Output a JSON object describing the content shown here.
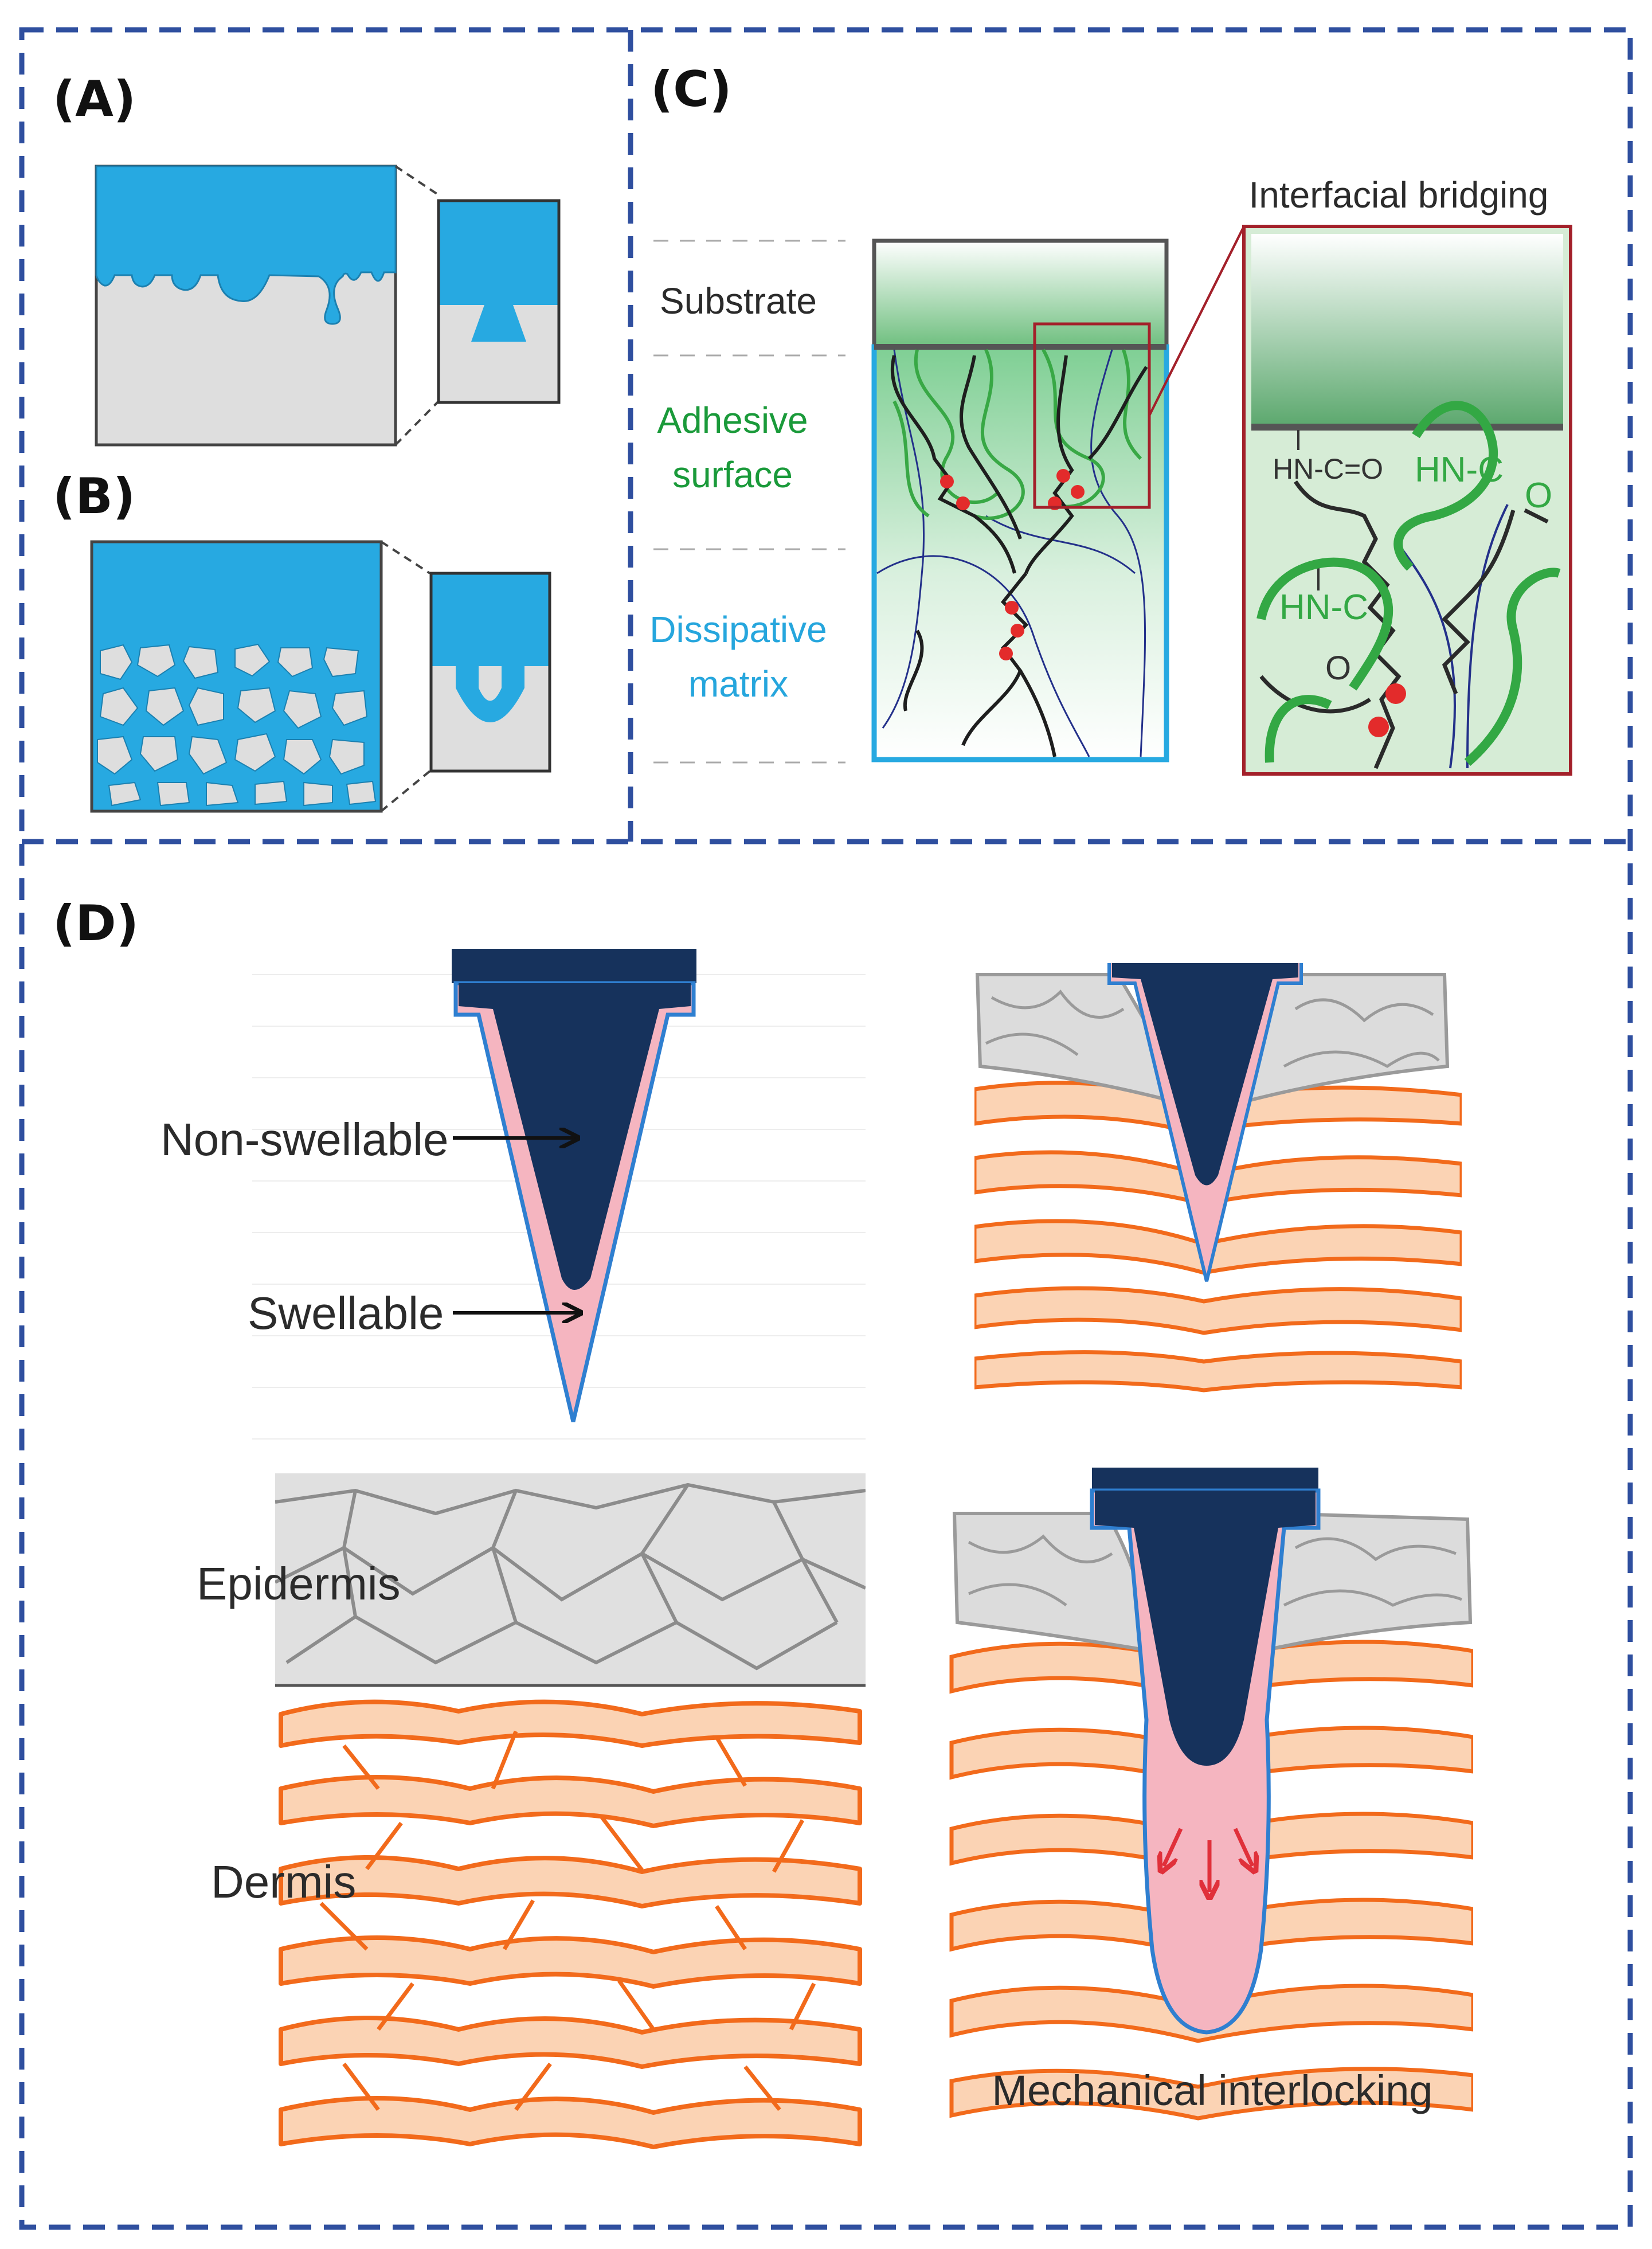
{
  "panels": {
    "a": {
      "label": "(A)"
    },
    "b": {
      "label": "(B)"
    },
    "c": {
      "label": "(C)",
      "title": "Interfacial bridging",
      "layers": {
        "substrate": "Substrate",
        "adhesive_line1": "Adhesive",
        "adhesive_line2": "surface",
        "dissipative_line1": "Dissipative",
        "dissipative_line2": "matrix"
      },
      "chem": {
        "g1": "HN-C=O",
        "g2": "HN-C",
        "g2b": "O",
        "g3": "HN-C",
        "g3b": "O"
      }
    },
    "d": {
      "label": "(D)",
      "non_swellable": "Non-swellable",
      "swellable": "Swellable",
      "epidermis": "Epidermis",
      "dermis": "Dermis",
      "interlocking": "Mechanical interlocking"
    }
  },
  "colors": {
    "frame": "#2f4f9f",
    "blue": "#27a9e1",
    "grey_fill": "#dedede",
    "green_text": "#1a9a3a",
    "blue_text": "#26a6dd",
    "navy": "#16325c",
    "pink": "#f5b5c0",
    "orange": "#f26a1b",
    "peach": "#fbd3b4",
    "dark_red": "#a3202a"
  }
}
